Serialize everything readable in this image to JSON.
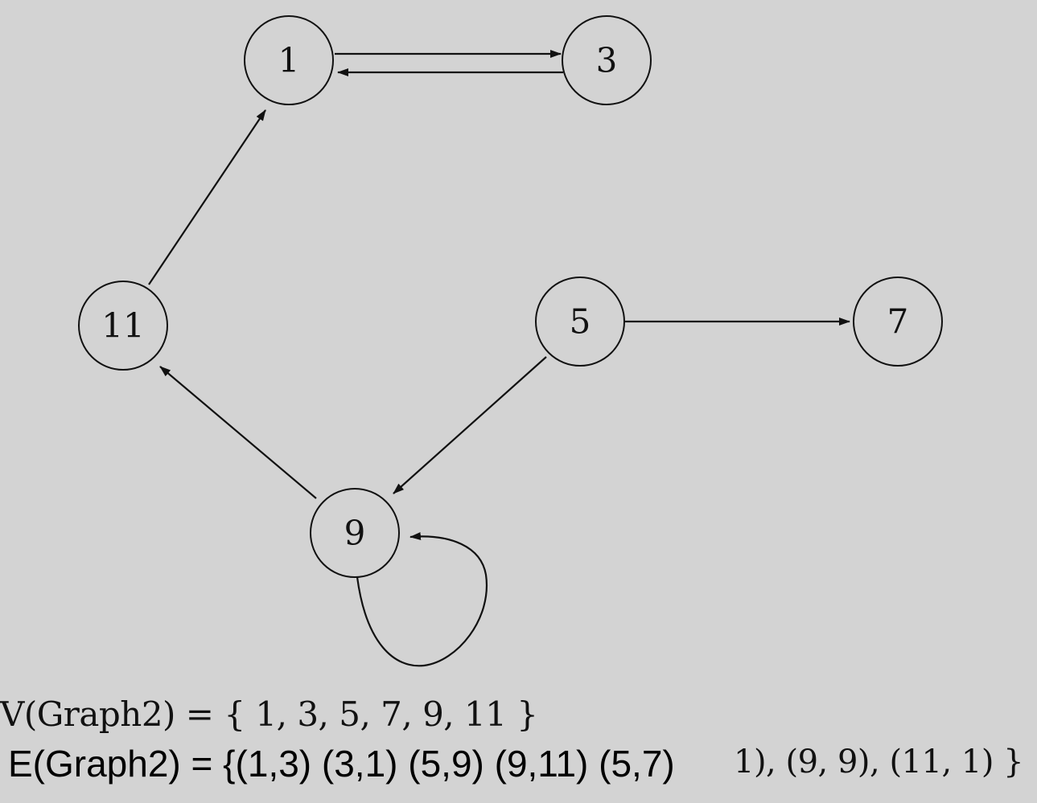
{
  "graph": {
    "nodes": [
      {
        "id": "1",
        "label": "1"
      },
      {
        "id": "3",
        "label": "3"
      },
      {
        "id": "5",
        "label": "5"
      },
      {
        "id": "7",
        "label": "7"
      },
      {
        "id": "9",
        "label": "9"
      },
      {
        "id": "11",
        "label": "11"
      }
    ],
    "edges": [
      {
        "from": "1",
        "to": "3"
      },
      {
        "from": "3",
        "to": "1"
      },
      {
        "from": "5",
        "to": "7"
      },
      {
        "from": "5",
        "to": "9"
      },
      {
        "from": "9",
        "to": "11"
      },
      {
        "from": "9",
        "to": "9"
      },
      {
        "from": "11",
        "to": "1"
      }
    ]
  },
  "text": {
    "vertex_set": "V(Graph2) = { 1, 3, 5, 7, 9, 11 }",
    "edge_set_tail": "1), (9, 9), (11, 1) }",
    "edge_set_overlay": "E(Graph2) = {(1,3) (3,1) (5,9) (9,11) (5,7)"
  }
}
